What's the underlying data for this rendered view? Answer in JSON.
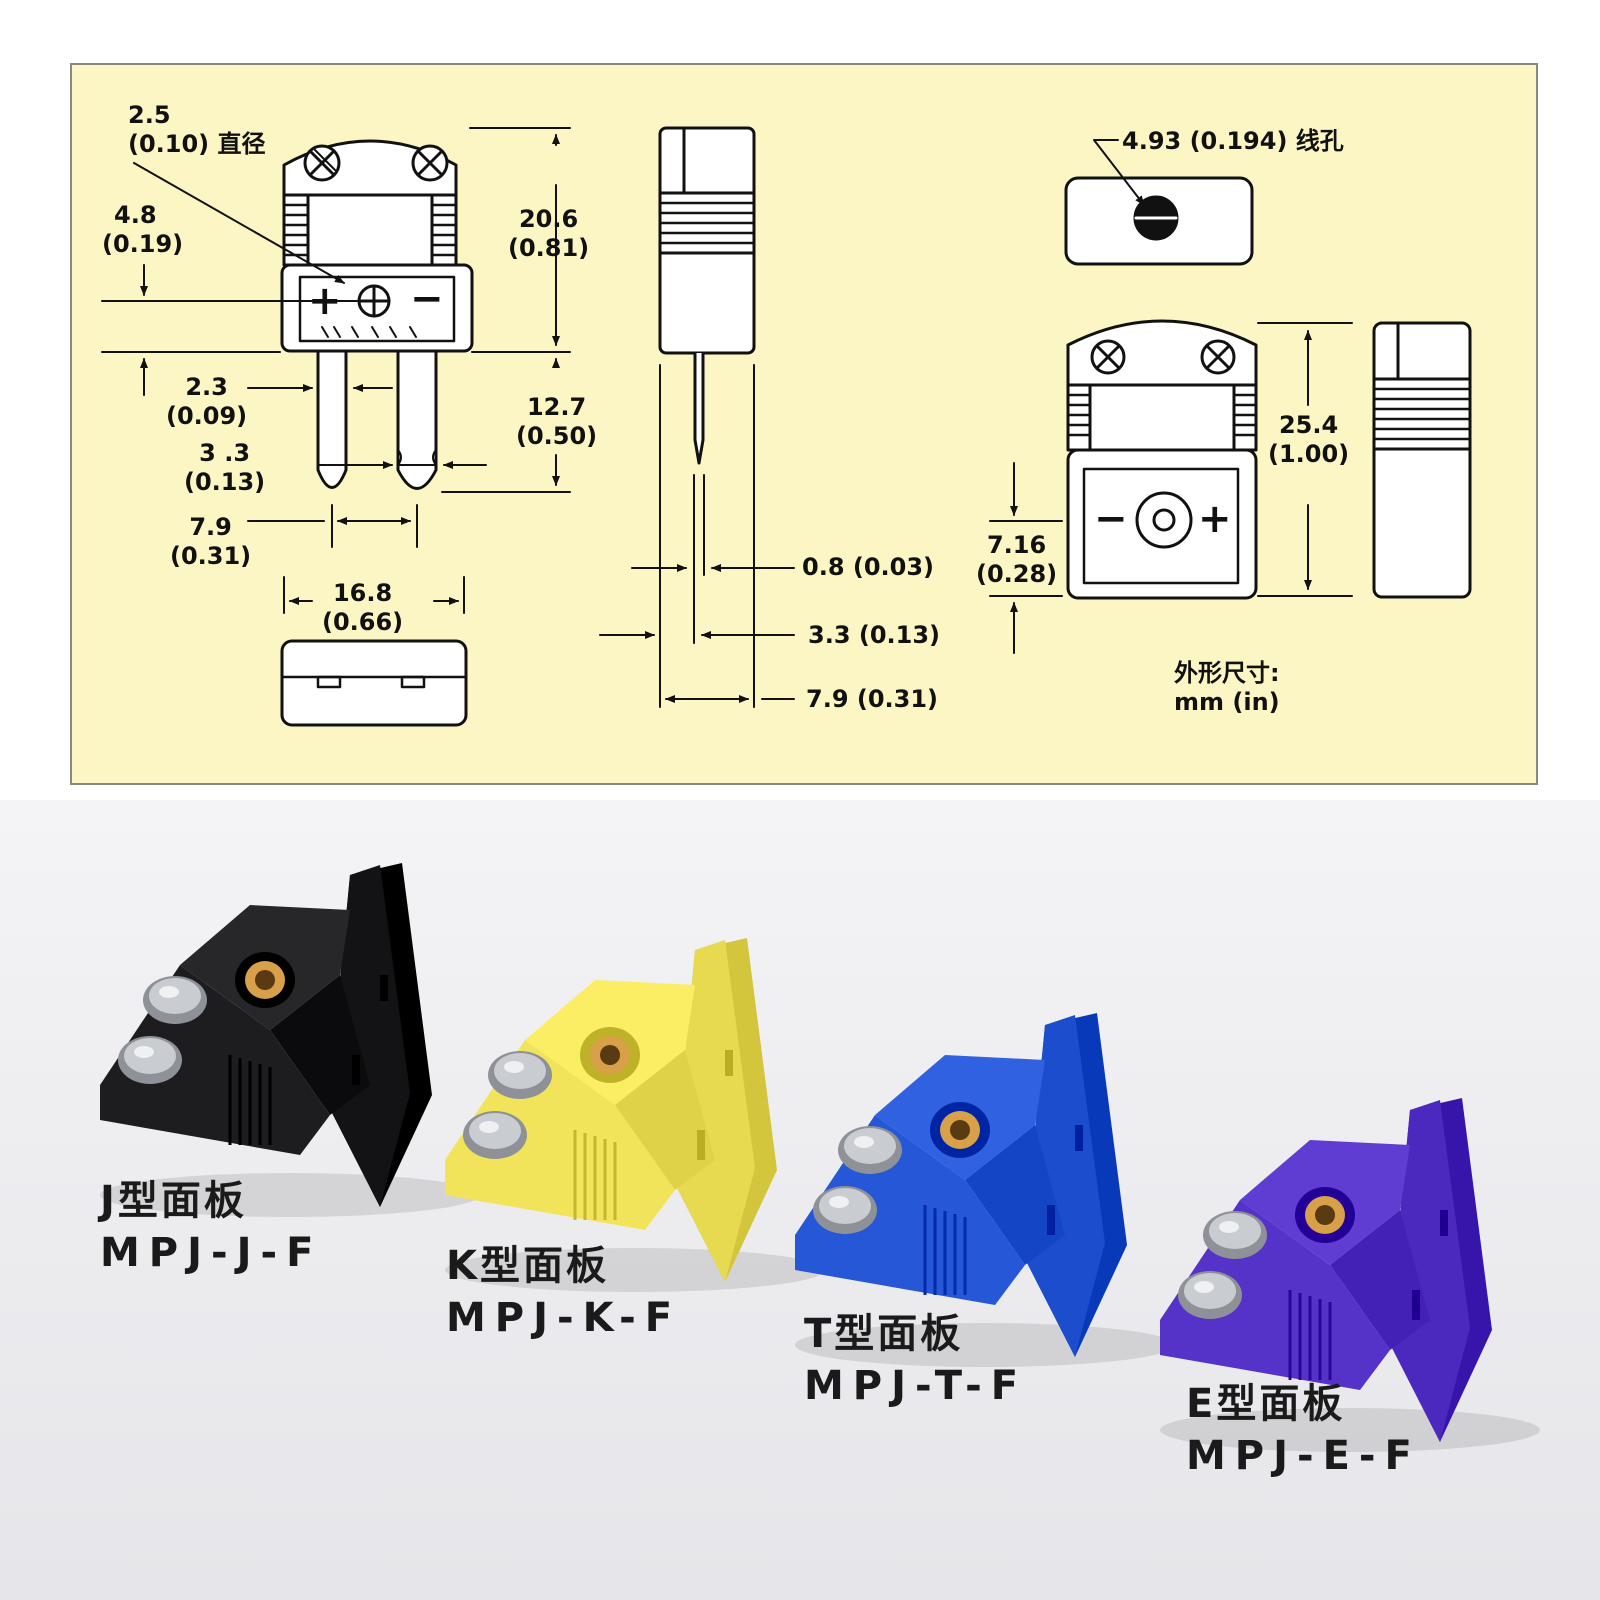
{
  "drawing": {
    "dims": {
      "hole_dia": "2.5",
      "hole_dia_in": "(0.10) 直径",
      "d48": "4.8",
      "d48_in": "(0.19)",
      "d206": "20.6",
      "d206_in": "(0.81)",
      "d23": "2.3",
      "d23_in": "(0.09)",
      "d127": "12.7",
      "d127_in": "(0.50)",
      "d33": "3 .3",
      "d33_in": "(0.13)",
      "d79": "7.9",
      "d79_in": "(0.31)",
      "d168": "16.8",
      "d168_in": "(0.66)",
      "side_08": "0.8 (0.03)",
      "side_33": "3.3 (0.13)",
      "side_79": "7.9 (0.31)",
      "wire_hole": "4.93 (0.194) 线孔",
      "d254": "25.4",
      "d254_in": "(1.00)",
      "d716": "7.16",
      "d716_in": "(0.28)"
    },
    "units_note_line1": "外形尺寸:",
    "units_note_line2": "mm (in)",
    "symbols": {
      "plus": "+",
      "minus": "−"
    }
  },
  "products": [
    {
      "type": "J型面板",
      "code": "MPJ-J-F",
      "color": "#1d1d1f"
    },
    {
      "type": "K型面板",
      "code": "MPJ-K-F",
      "color": "#f1e45a"
    },
    {
      "type": "T型面板",
      "code": "MPJ-T-F",
      "color": "#2557d6"
    },
    {
      "type": "E型面板",
      "code": "MPJ-E-F",
      "color": "#5532c8"
    }
  ]
}
